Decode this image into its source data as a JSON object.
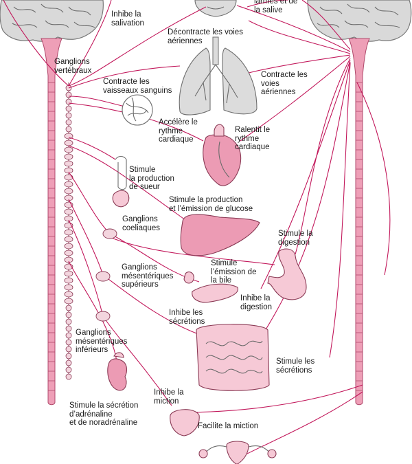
{
  "labels": {
    "salivation": "Inhibe la\nsalivation",
    "larmes": "larmes et de\nla salive",
    "decontracte": "Décontracte les voies\naériennes",
    "ganglions_vert": "Ganglions\nvertébraux",
    "contracte_vaisseaux": "Contracte les\nvaisseaux sanguins",
    "contracte_voies": "Contracte les\nvoies\naériennes",
    "accelere": "Accélère le\nrythme\ncardiaque",
    "ralentit": "Ralentit le\nrythme\ncardiaque",
    "sueur": "Stimule\nla production\nde sueur",
    "glucose": "Stimule la production\net l’émission de glucose",
    "coeliaques": "Ganglions\ncoeliaques",
    "digestion_stim": "Stimule la\ndigestion",
    "mesent_sup": "Ganglions\nmésentériques\nsupérieurs",
    "bile": "Stimule\nl’émission de\nla bile",
    "inhibe_digestion": "Inhibe la\ndigestion",
    "inhibe_secretions": "Inhibe les\nsécrétions",
    "mesent_inf": "Ganglions\nmésentériques\ninférieurs",
    "stimule_secretions": "Stimule les\nsécrétions",
    "adrenaline": "Stimule la sécrétion\nd’adrénaline\net de noradrénaline",
    "inhibe_miction": "Inhibe la\nmiction",
    "facilite_miction": "Facilite la miction"
  },
  "colors": {
    "nerve": "#c2185b",
    "organ_pink": "#ec9bb4",
    "organ_light": "#f6c9d6",
    "brain": "#d9d9d9"
  }
}
